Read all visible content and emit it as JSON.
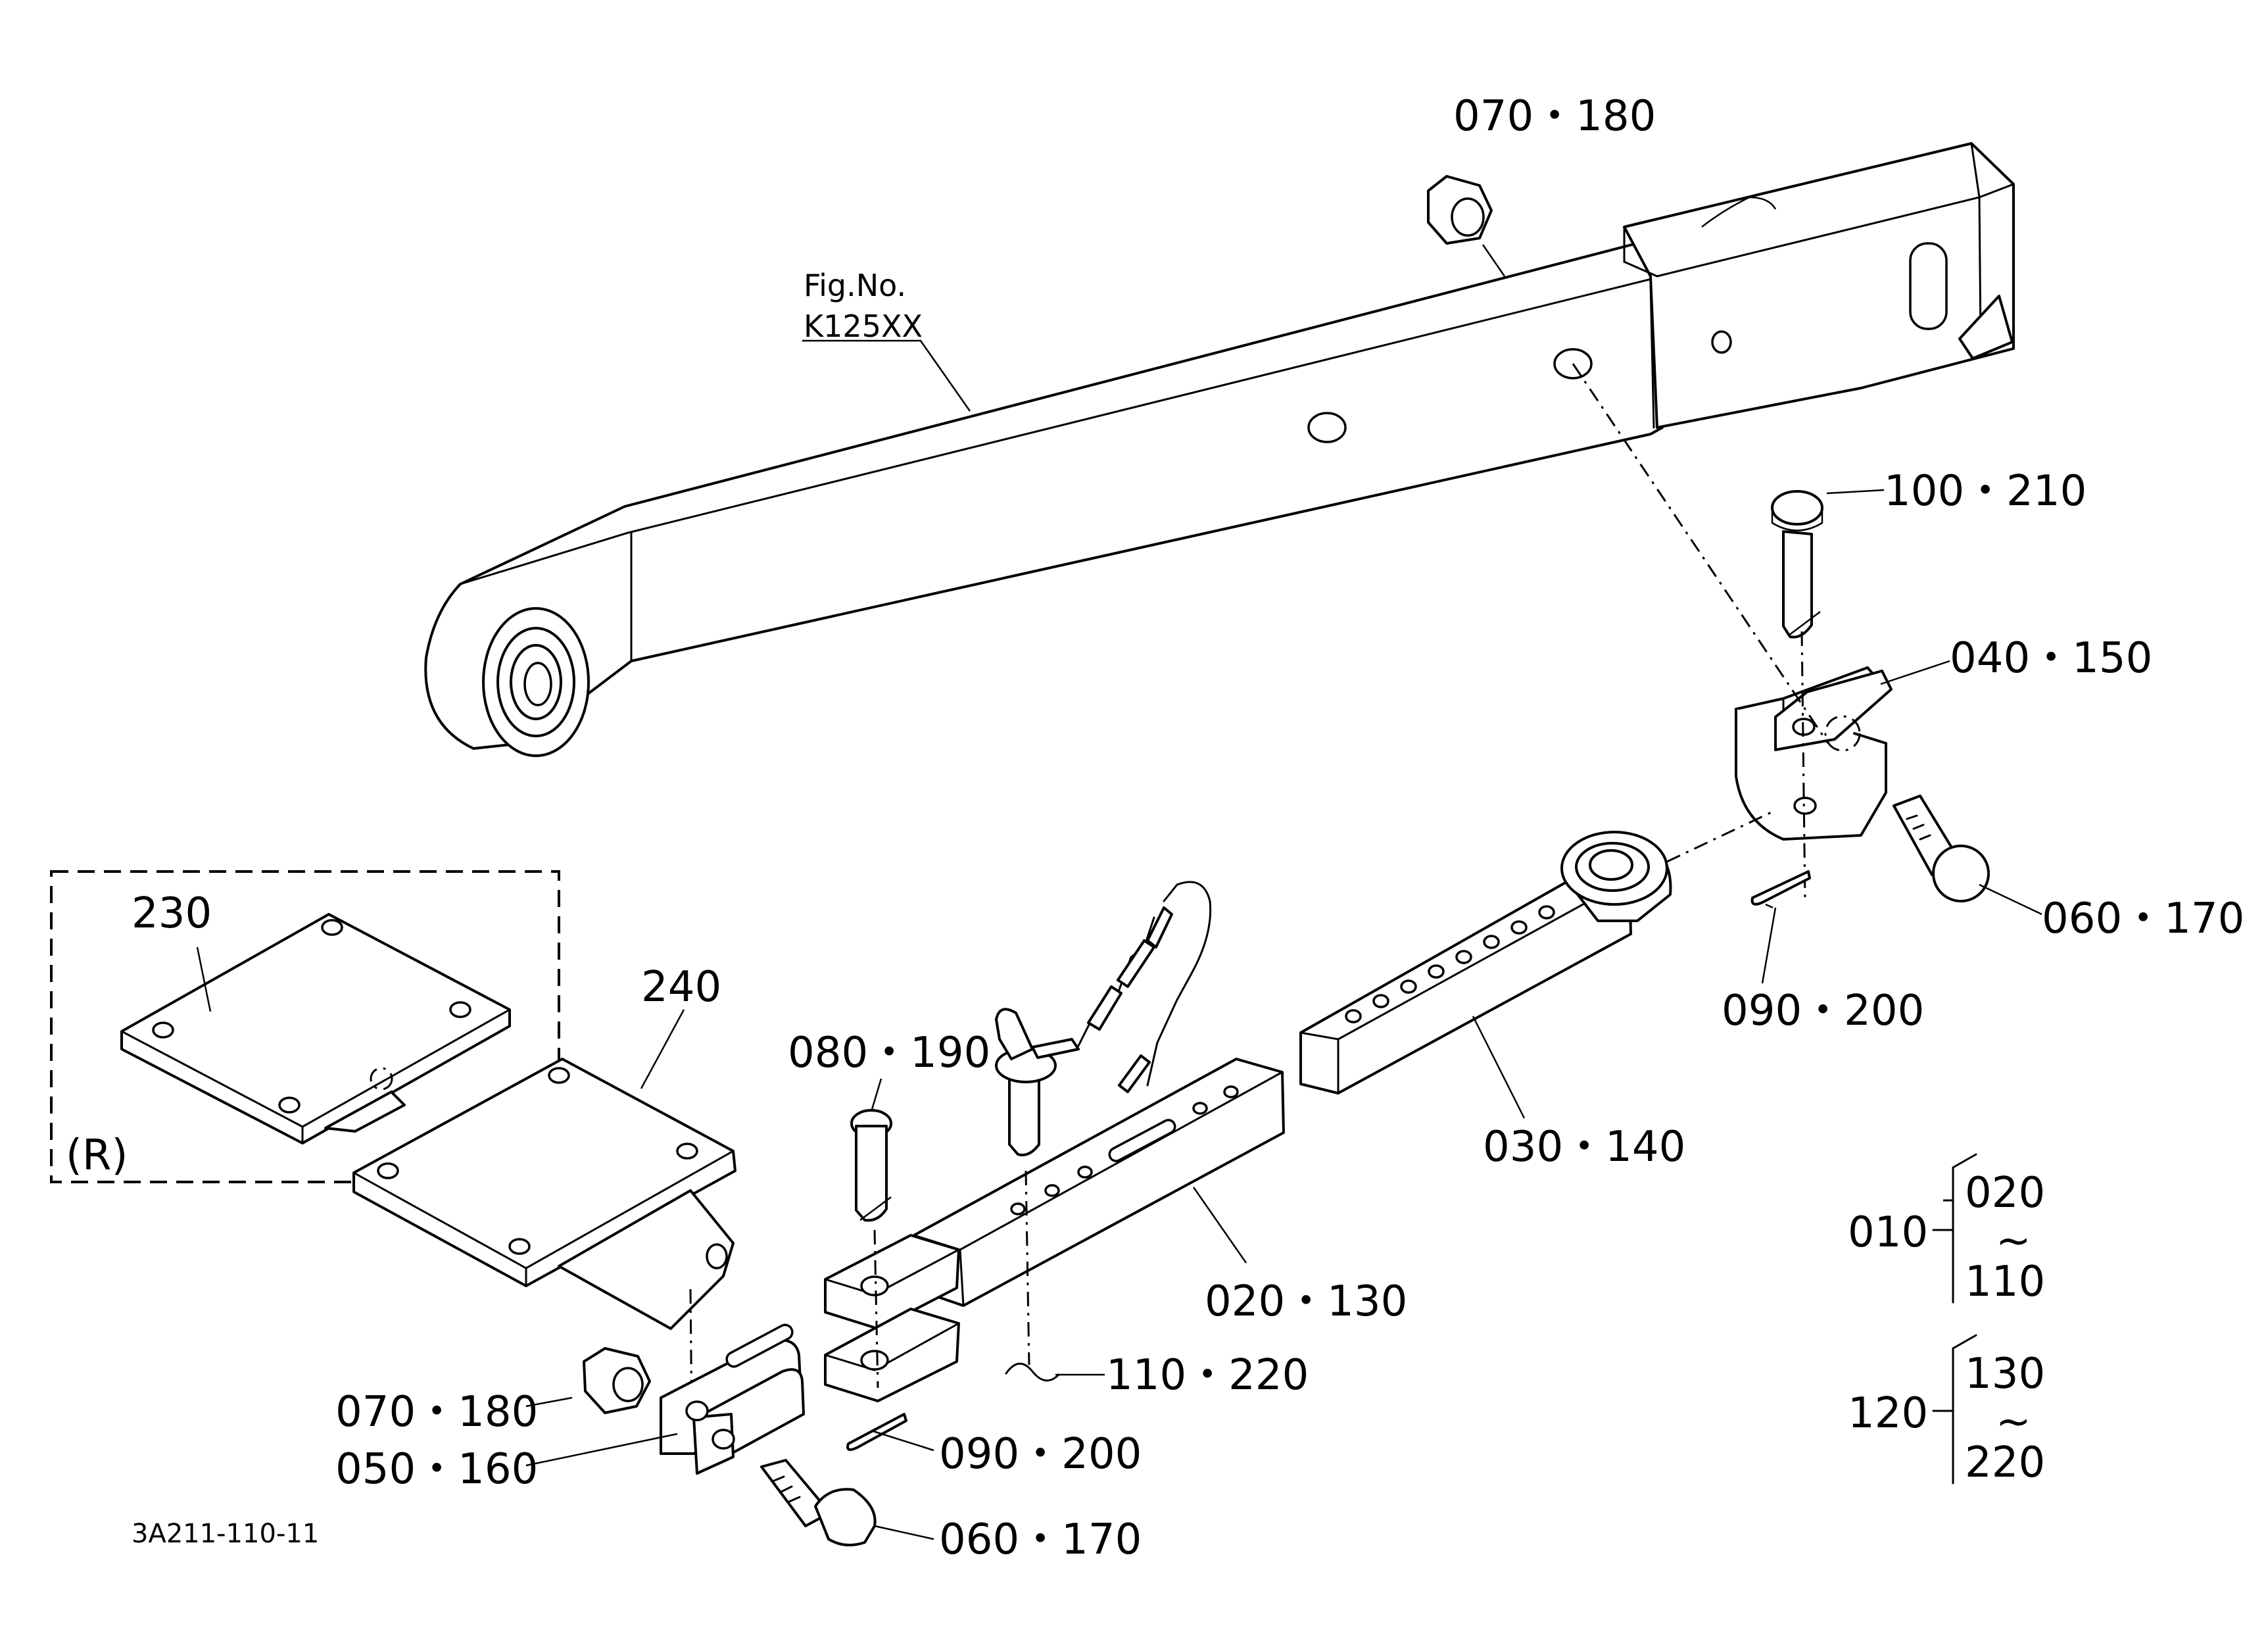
{
  "figure": {
    "fig_no_label": "Fig.No.",
    "fig_no_value": "K125XX",
    "drawing_code": "3A211-110-11"
  },
  "callouts": {
    "nut_top": "070・180",
    "pin_top": "100・210",
    "bracket": "040・150",
    "bolt_right": "060・170",
    "cotter_right": "090・200",
    "inner_tube": "030・140",
    "outer_tube": "020・130",
    "pin_left": "080・190",
    "lynch_pin": "110・220",
    "cotter_left": "090・200",
    "nut_bottom": "070・180",
    "clevis": "050・160",
    "bolt_bottom": "060・170",
    "plate_r": "230",
    "plate": "240",
    "optional_marker": "(R)"
  },
  "assembly_legend": {
    "group_1": {
      "parent": "010",
      "from": "020",
      "tilde": "~",
      "to": "110"
    },
    "group_2": {
      "parent": "120",
      "from": "130",
      "tilde": "~",
      "to": "220"
    }
  },
  "colors": {
    "ink": "#000000",
    "paper": "#ffffff"
  }
}
